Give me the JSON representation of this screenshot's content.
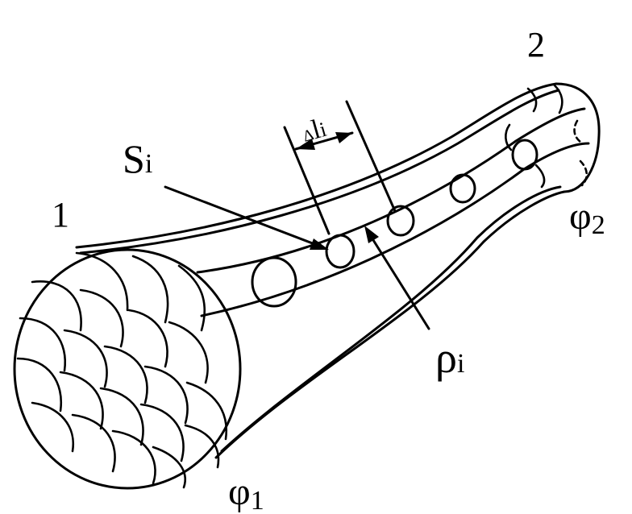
{
  "labels": {
    "end_1": "1",
    "end_2": "2",
    "s_main": "S",
    "s_sub": "i",
    "delta_prefix": "Δ",
    "delta_l": "l",
    "delta_sub": "i",
    "rho_main": "ρ",
    "rho_sub": "i",
    "phi1_main": "φ",
    "phi1_sub": "1",
    "phi2_main": "φ",
    "phi2_sub": "2"
  }
}
